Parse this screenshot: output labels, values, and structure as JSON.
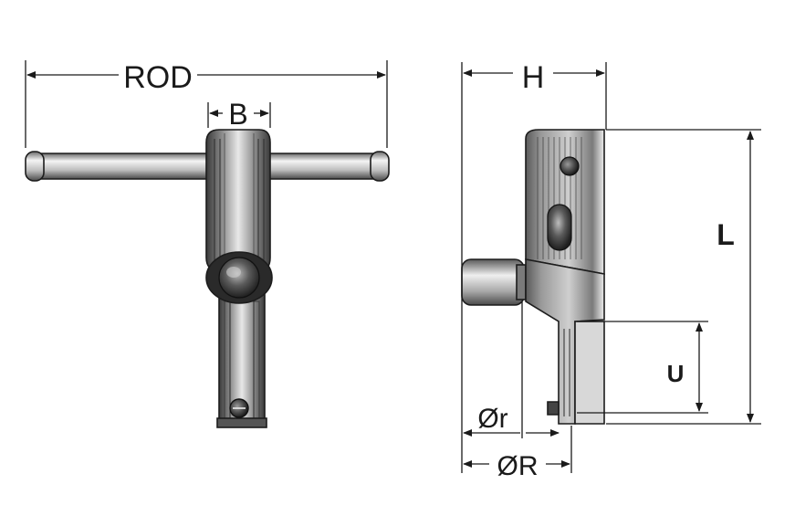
{
  "dimensions": {
    "rod": "ROD",
    "b": "B",
    "h": "H",
    "l": "L",
    "u": "U",
    "small_r": "Ør",
    "big_r": "ØR"
  },
  "colors": {
    "ink": "#1a1a1a",
    "metal_dark": "#3c3c3c",
    "metal_mid": "#9a9a9a",
    "metal_light": "#e6e6e6",
    "background": "#ffffff"
  }
}
